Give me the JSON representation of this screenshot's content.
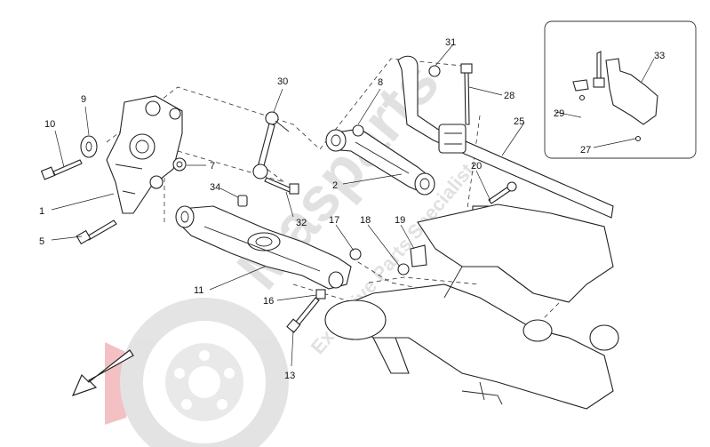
{
  "watermark": {
    "brand": "Masparts",
    "tagline": "Exclusive Parts Specialist"
  },
  "callouts": {
    "n1": "1",
    "n2": "2",
    "n5": "5",
    "n7": "7",
    "n8": "8",
    "n9": "9",
    "n10": "10",
    "n11": "11",
    "n13": "13",
    "n16": "16",
    "n17": "17",
    "n18": "18",
    "n19": "19",
    "n20": "20",
    "n25": "25",
    "n27": "27",
    "n28": "28",
    "n29": "29",
    "n30": "30",
    "n31": "31",
    "n32": "32",
    "n33": "33",
    "n34": "34"
  },
  "colors": {
    "line": "#222222",
    "watermark_gray": "#c9c9c9",
    "watermark_red": "#e8838a"
  }
}
